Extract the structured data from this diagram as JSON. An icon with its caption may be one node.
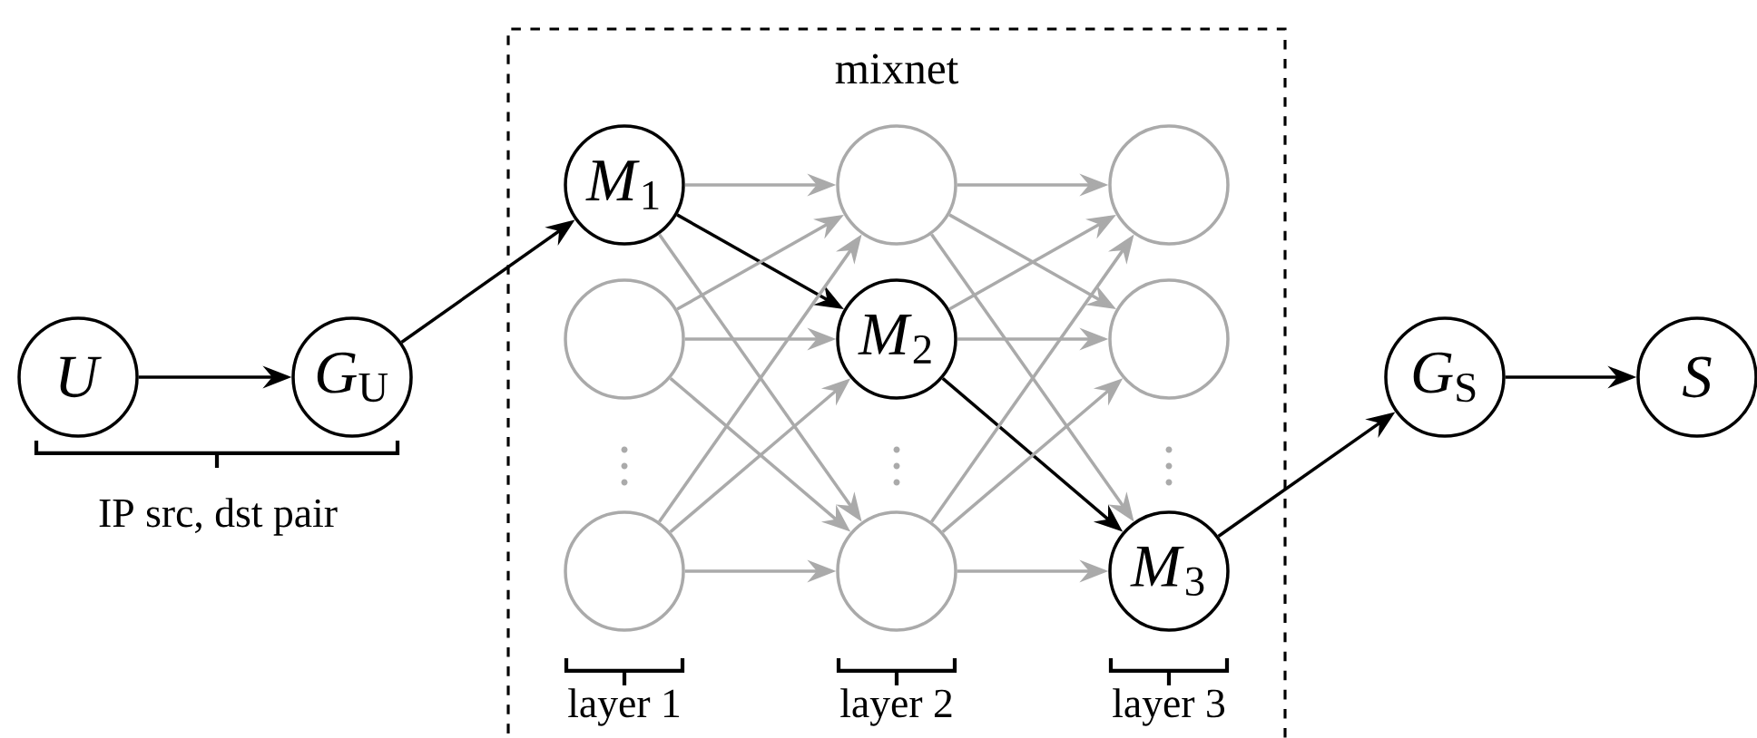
{
  "diagram": {
    "nodes": [
      {
        "text": [
          "mixnet"
        ]
      },
      {
        "text": [
          "*U*"
        ]
      },
      {
        "text": [
          "*G*$_{U}$"
        ]
      },
      {
        "text": [
          "*M*$_{1}$"
        ],
        "in": 0
      },
      {
        "text": [],
        "shape": "circle",
        "in": 0
      },
      {
        "text": [],
        "shape": "circle",
        "in": 0
      },
      {
        "text": [],
        "shape": "circle",
        "in": 0
      },
      {
        "text": [
          "*M*$_{2}$"
        ],
        "in": 0
      },
      {
        "text": [],
        "shape": "circle",
        "in": 0
      },
      {
        "text": [],
        "shape": "circle",
        "in": 0
      },
      {
        "text": [],
        "shape": "circle",
        "in": 0
      },
      {
        "text": [
          "*M*$_{3}$"
        ],
        "in": 0
      },
      {
        "text": [
          "*G*$_{S}$"
        ]
      },
      {
        "text": [
          "*S*"
        ]
      }
    ],
    "edges": [
      {
        "from": 1,
        "to": 2,
        "arrow": "to",
        "color": "#000000"
      },
      {
        "from": 2,
        "to": 3,
        "arrow": "to",
        "color": "#000000"
      },
      {
        "from": 3,
        "to": 6,
        "arrow": "to",
        "color": "#aaaaaa"
      },
      {
        "from": 3,
        "to": 7,
        "arrow": "to",
        "color": "#000000"
      },
      {
        "from": 3,
        "to": 8,
        "arrow": "to",
        "color": "#aaaaaa"
      },
      {
        "from": 4,
        "to": 6,
        "arrow": "to",
        "color": "#aaaaaa"
      },
      {
        "from": 4,
        "to": 7,
        "arrow": "to",
        "color": "#aaaaaa"
      },
      {
        "from": 4,
        "to": 8,
        "arrow": "to",
        "color": "#aaaaaa"
      },
      {
        "from": 5,
        "to": 6,
        "arrow": "to",
        "color": "#aaaaaa"
      },
      {
        "from": 5,
        "to": 7,
        "arrow": "to",
        "color": "#aaaaaa"
      },
      {
        "from": 5,
        "to": 8,
        "arrow": "to",
        "color": "#aaaaaa"
      },
      {
        "from": 6,
        "to": 9,
        "arrow": "to",
        "color": "#aaaaaa"
      },
      {
        "from": 6,
        "to": 10,
        "arrow": "to",
        "color": "#aaaaaa"
      },
      {
        "from": 6,
        "to": 11,
        "arrow": "to",
        "color": "#aaaaaa"
      },
      {
        "from": 7,
        "to": 9,
        "arrow": "to",
        "color": "#aaaaaa"
      },
      {
        "from": 7,
        "to": 10,
        "arrow": "to",
        "color": "#aaaaaa"
      },
      {
        "from": 7,
        "to": 11,
        "arrow": "to",
        "color": "#000000"
      },
      {
        "from": 8,
        "to": 9,
        "arrow": "to",
        "color": "#aaaaaa"
      },
      {
        "from": 8,
        "to": 10,
        "arrow": "to",
        "color": "#aaaaaa"
      },
      {
        "from": 8,
        "to": 11,
        "arrow": "to",
        "color": "#aaaaaa"
      },
      {
        "from": 11,
        "to": 12,
        "arrow": "to",
        "color": "#000000"
      },
      {
        "from": 12,
        "to": 13,
        "arrow": "to",
        "color": "#000000"
      }
    ],
    "labels": [
      "IP src, dst pair",
      "layer 1",
      "layer 2",
      "layer 3"
    ]
  }
}
